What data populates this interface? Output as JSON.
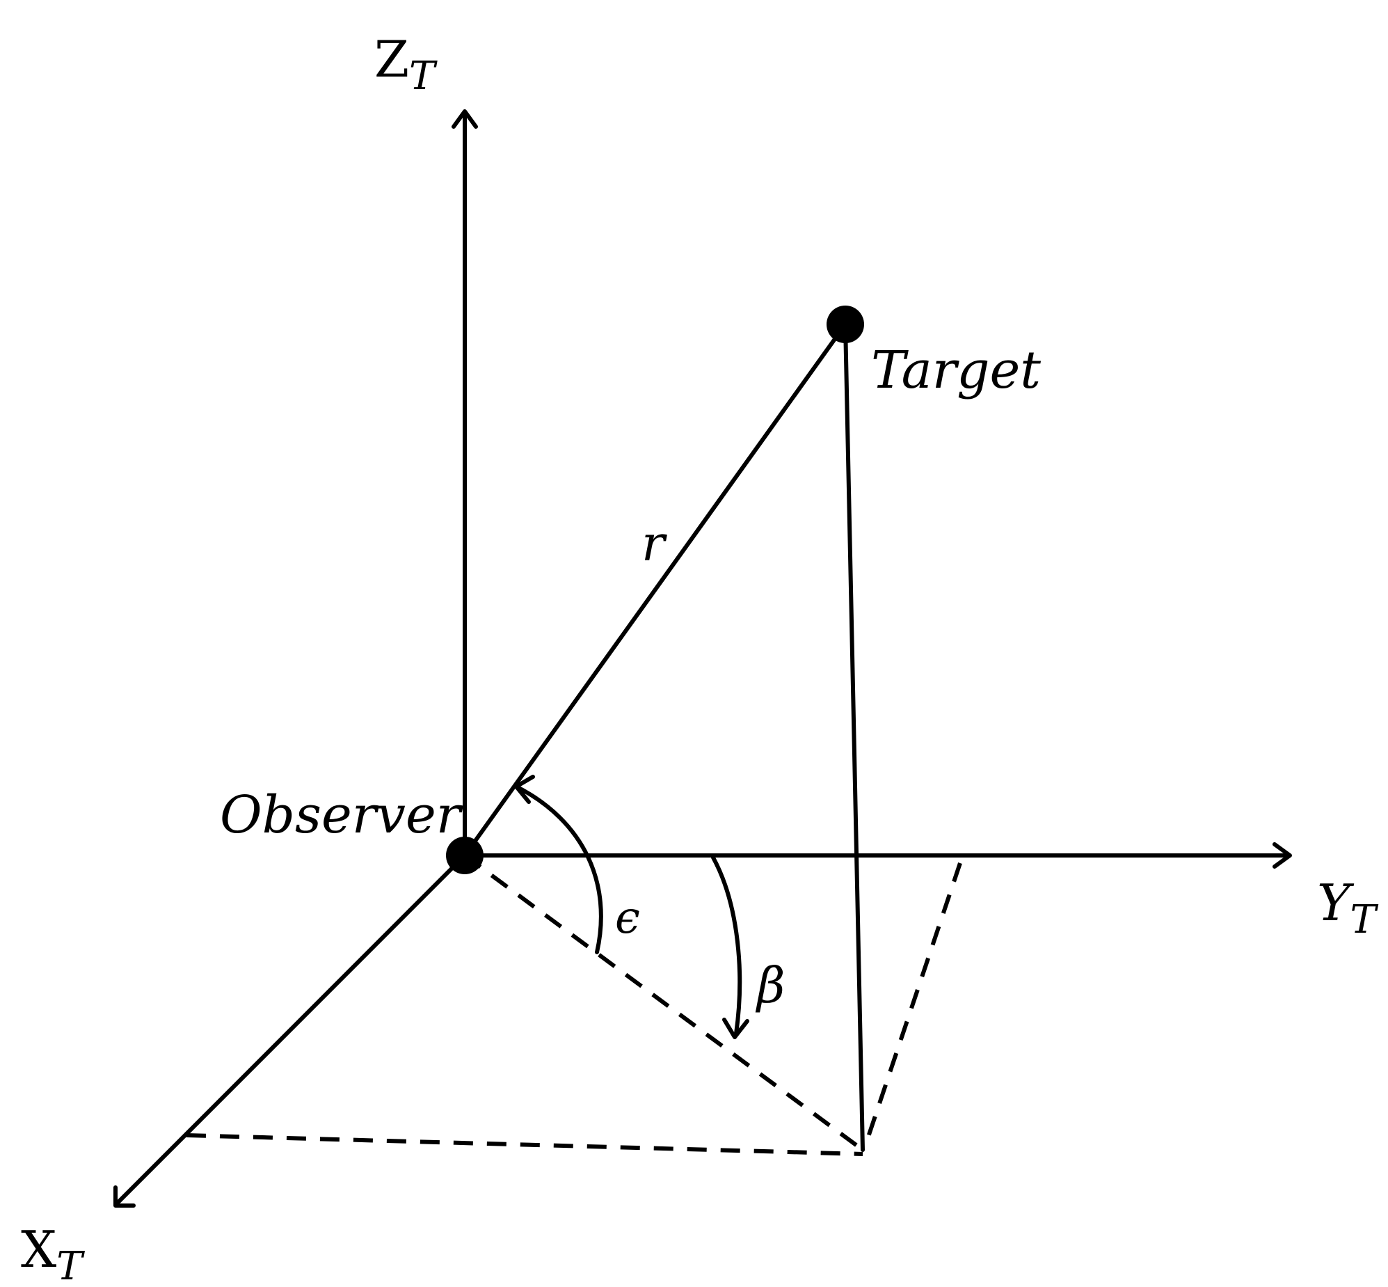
{
  "axes": {
    "z": {
      "letter": "Z",
      "subscript": "T"
    },
    "y": {
      "letter": "Y",
      "subscript": "T"
    },
    "x": {
      "letter": "X",
      "subscript": "T"
    }
  },
  "points": {
    "observer": "Observer",
    "target": "Target"
  },
  "symbols": {
    "range": "r",
    "elevation": "ϵ",
    "bearing": "β"
  }
}
